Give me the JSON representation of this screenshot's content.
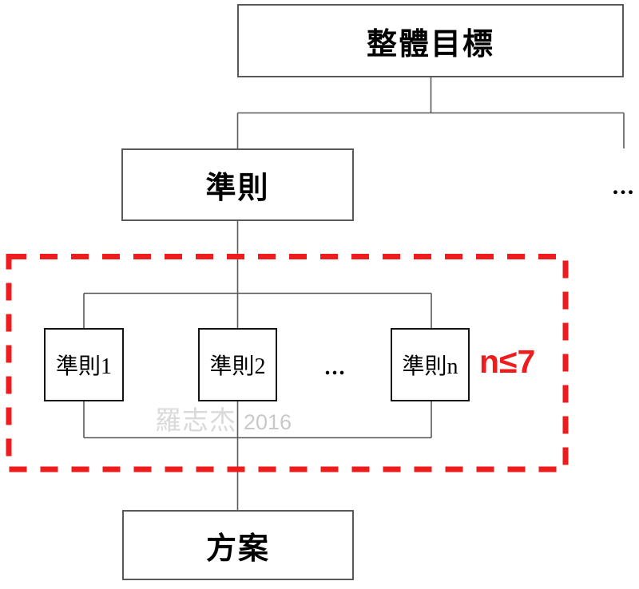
{
  "hierarchy": {
    "goal_label": "整體目標",
    "criteria_label": "準則",
    "sub_criteria": [
      {
        "label": "準則1"
      },
      {
        "label": "準則2"
      },
      {
        "label": "準則n"
      }
    ],
    "alternatives_label": "方案",
    "sibling_ellipsis": "...",
    "sub_ellipsis": "...",
    "constraint_label": "n≤7"
  },
  "watermark": {
    "name": "羅志杰",
    "year": "2016"
  },
  "colors": {
    "accent_red": "#ee1c1c",
    "line_gray": "#595959",
    "box_border": "#595959",
    "sub_box_border": "#141414",
    "watermark_name": "#dadada",
    "watermark_year": "#c9c9c9",
    "text": "#000000",
    "background": "#ffffff"
  }
}
